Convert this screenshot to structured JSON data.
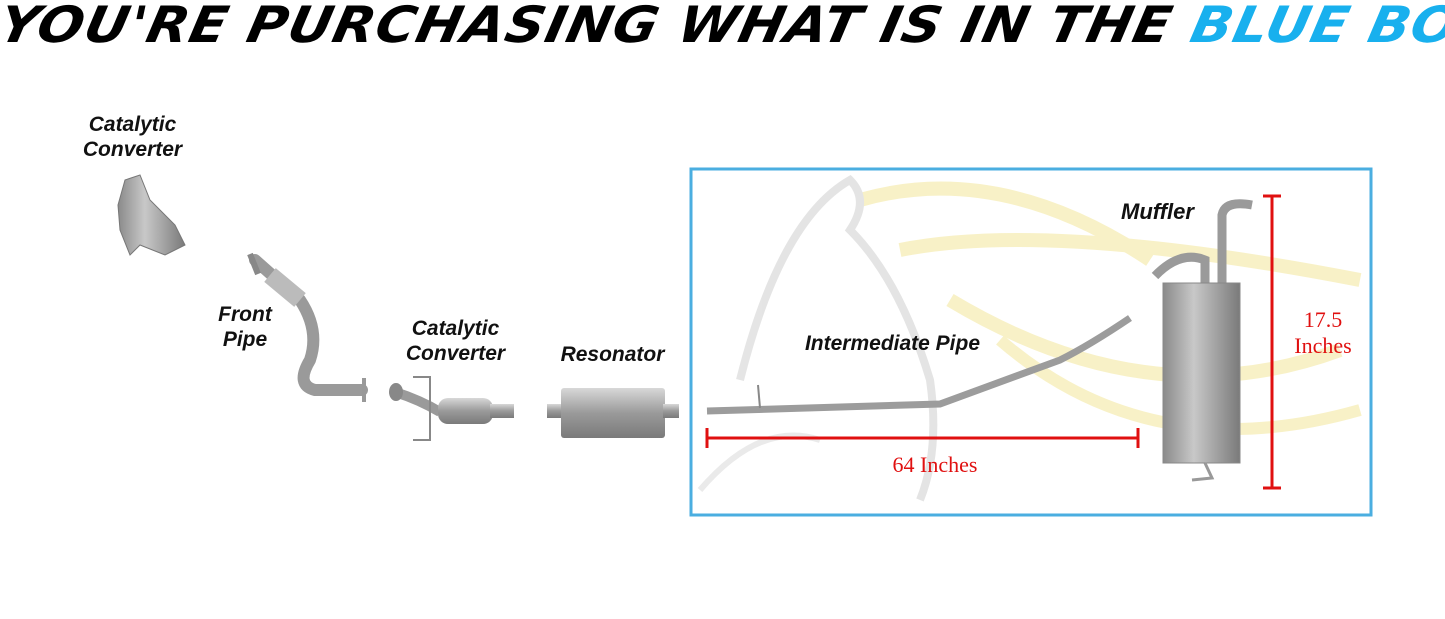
{
  "header": {
    "title_main": "YOU'RE PURCHASING WHAT IS IN THE",
    "title_highlight": "BLUE BOX"
  },
  "colors": {
    "highlight": "#18b0ee",
    "box_border": "#4aaee0",
    "measure": "#e01010",
    "watermark": "#f3e79a"
  },
  "parts": {
    "cat1_line1": "Catalytic",
    "cat1_line2": "Converter",
    "front_line1": "Front",
    "front_line2": "Pipe",
    "cat2_line1": "Catalytic",
    "cat2_line2": "Converter",
    "resonator": "Resonator",
    "intermediate": "Intermediate Pipe",
    "muffler": "Muffler"
  },
  "measurements": {
    "length": "64 Inches",
    "height_value": "17.5",
    "height_unit": "Inches"
  }
}
